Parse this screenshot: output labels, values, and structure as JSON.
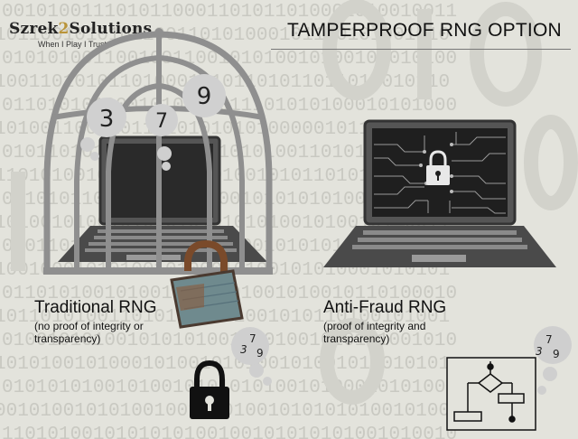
{
  "header": {
    "brand_name_part1": "Szrek",
    "brand_name_digit": "2",
    "brand_name_part2": "Solutions",
    "tagline": "When I Play I Trust",
    "title": "TAMPERPROOF RNG OPTION"
  },
  "left_panel": {
    "heading": "Traditional RNG",
    "subtitle_line1": "(no proof of integrity or",
    "subtitle_line2": "transparency)",
    "bubble_numbers": [
      "3",
      "7",
      "9"
    ],
    "small_bubble_numbers": [
      "3",
      "7",
      "9"
    ]
  },
  "right_panel": {
    "heading": "Anti-Fraud RNG",
    "subtitle_line1": "(proof of integrity and",
    "subtitle_line2": "transparency)",
    "small_bubble_numbers": [
      "3",
      "7",
      "9"
    ]
  },
  "background_binary": [
    "0010100111010110001101011010001010010011",
    "1011001010101100110101000101100101001010",
    "0101010011001001100101010010100101010100",
    "1001101010110100010101101011011010010110",
    "0110101010001010101011101010100010101000",
    "1010011000101101010101010000010110100111",
    "0101101011010010110101010011010101011010",
    "1101010010110101001010010101101010010101",
    "0010101101010010101001010101010010101001",
    "1010010100101010101010101001010010100011",
    "0101101010010101001010010101010101001010",
    "1001000101010010100010100101010001010101",
    "0110101001010010100101001010010110100010",
    "1011010100110101011001001010110100101001",
    "0100101010010101010010101001010101001010",
    "1010100101000101001010100101001010010101",
    "0101010100101001010101010010100010101001",
    "0010100101010010010101001010101010010100",
    "1101010010101010100100101010101001010010"
  ],
  "colors": {
    "background": "#e3e3dc",
    "cage": "#8f8f8f",
    "laptop_dark": "#444444",
    "screen_dark": "#222222",
    "lock_black": "#111111",
    "bubble": "#cfcfcf",
    "rust": "#7a4a2a",
    "brand_accent": "#b9943a"
  },
  "icons": {
    "cage": "cage-icon",
    "padlock_rusty": "rusty-padlock-icon",
    "padlock_black": "padlock-icon",
    "screen_lock": "screen-lock-icon",
    "flowchart": "flowchart-icon",
    "laptop": "laptop-icon"
  }
}
